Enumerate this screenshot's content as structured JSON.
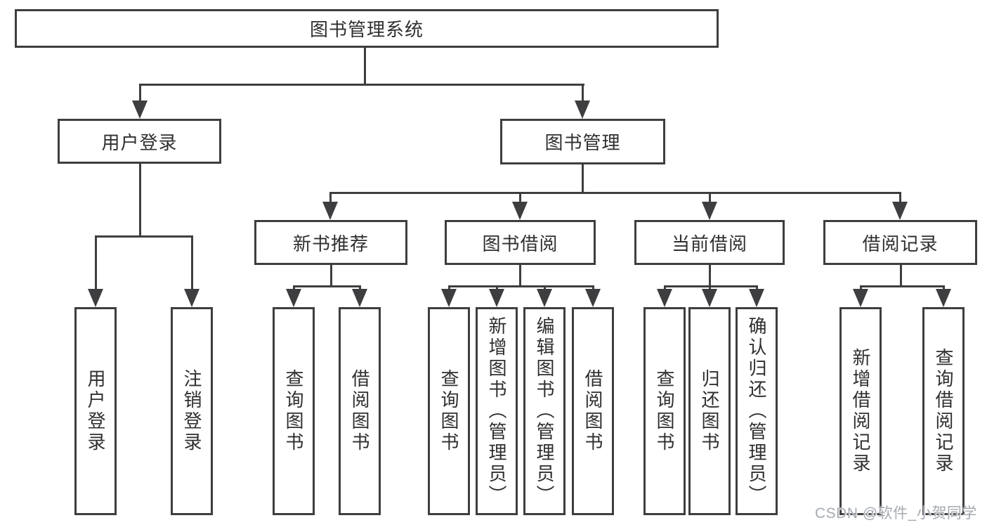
{
  "root": {
    "label": "图书管理系统"
  },
  "level2": {
    "user_login": "用户登录",
    "book_management": "图书管理"
  },
  "level3": {
    "new_books": "新书推荐",
    "borrowing": "图书借阅",
    "current": "当前借阅",
    "records": "借阅记录"
  },
  "leaves": {
    "user_login": [
      "用户登录",
      "注销登录"
    ],
    "new_books": [
      "查询图书",
      "借阅图书"
    ],
    "borrowing": [
      "查询图书",
      "新增图书（管理员）",
      "编辑图书（管理员）",
      "借阅图书"
    ],
    "current": [
      "查询图书",
      "归还图书",
      "确认归还（管理员）"
    ],
    "records": [
      "新增借阅记录",
      "查询借阅记录"
    ]
  },
  "watermark": {
    "text": "CSDN @软件_小贺同学"
  },
  "colors": {
    "line": "#3e3e40",
    "text": "#2f2f31",
    "background": "#ffffff",
    "watermark": "#a5aab2"
  }
}
